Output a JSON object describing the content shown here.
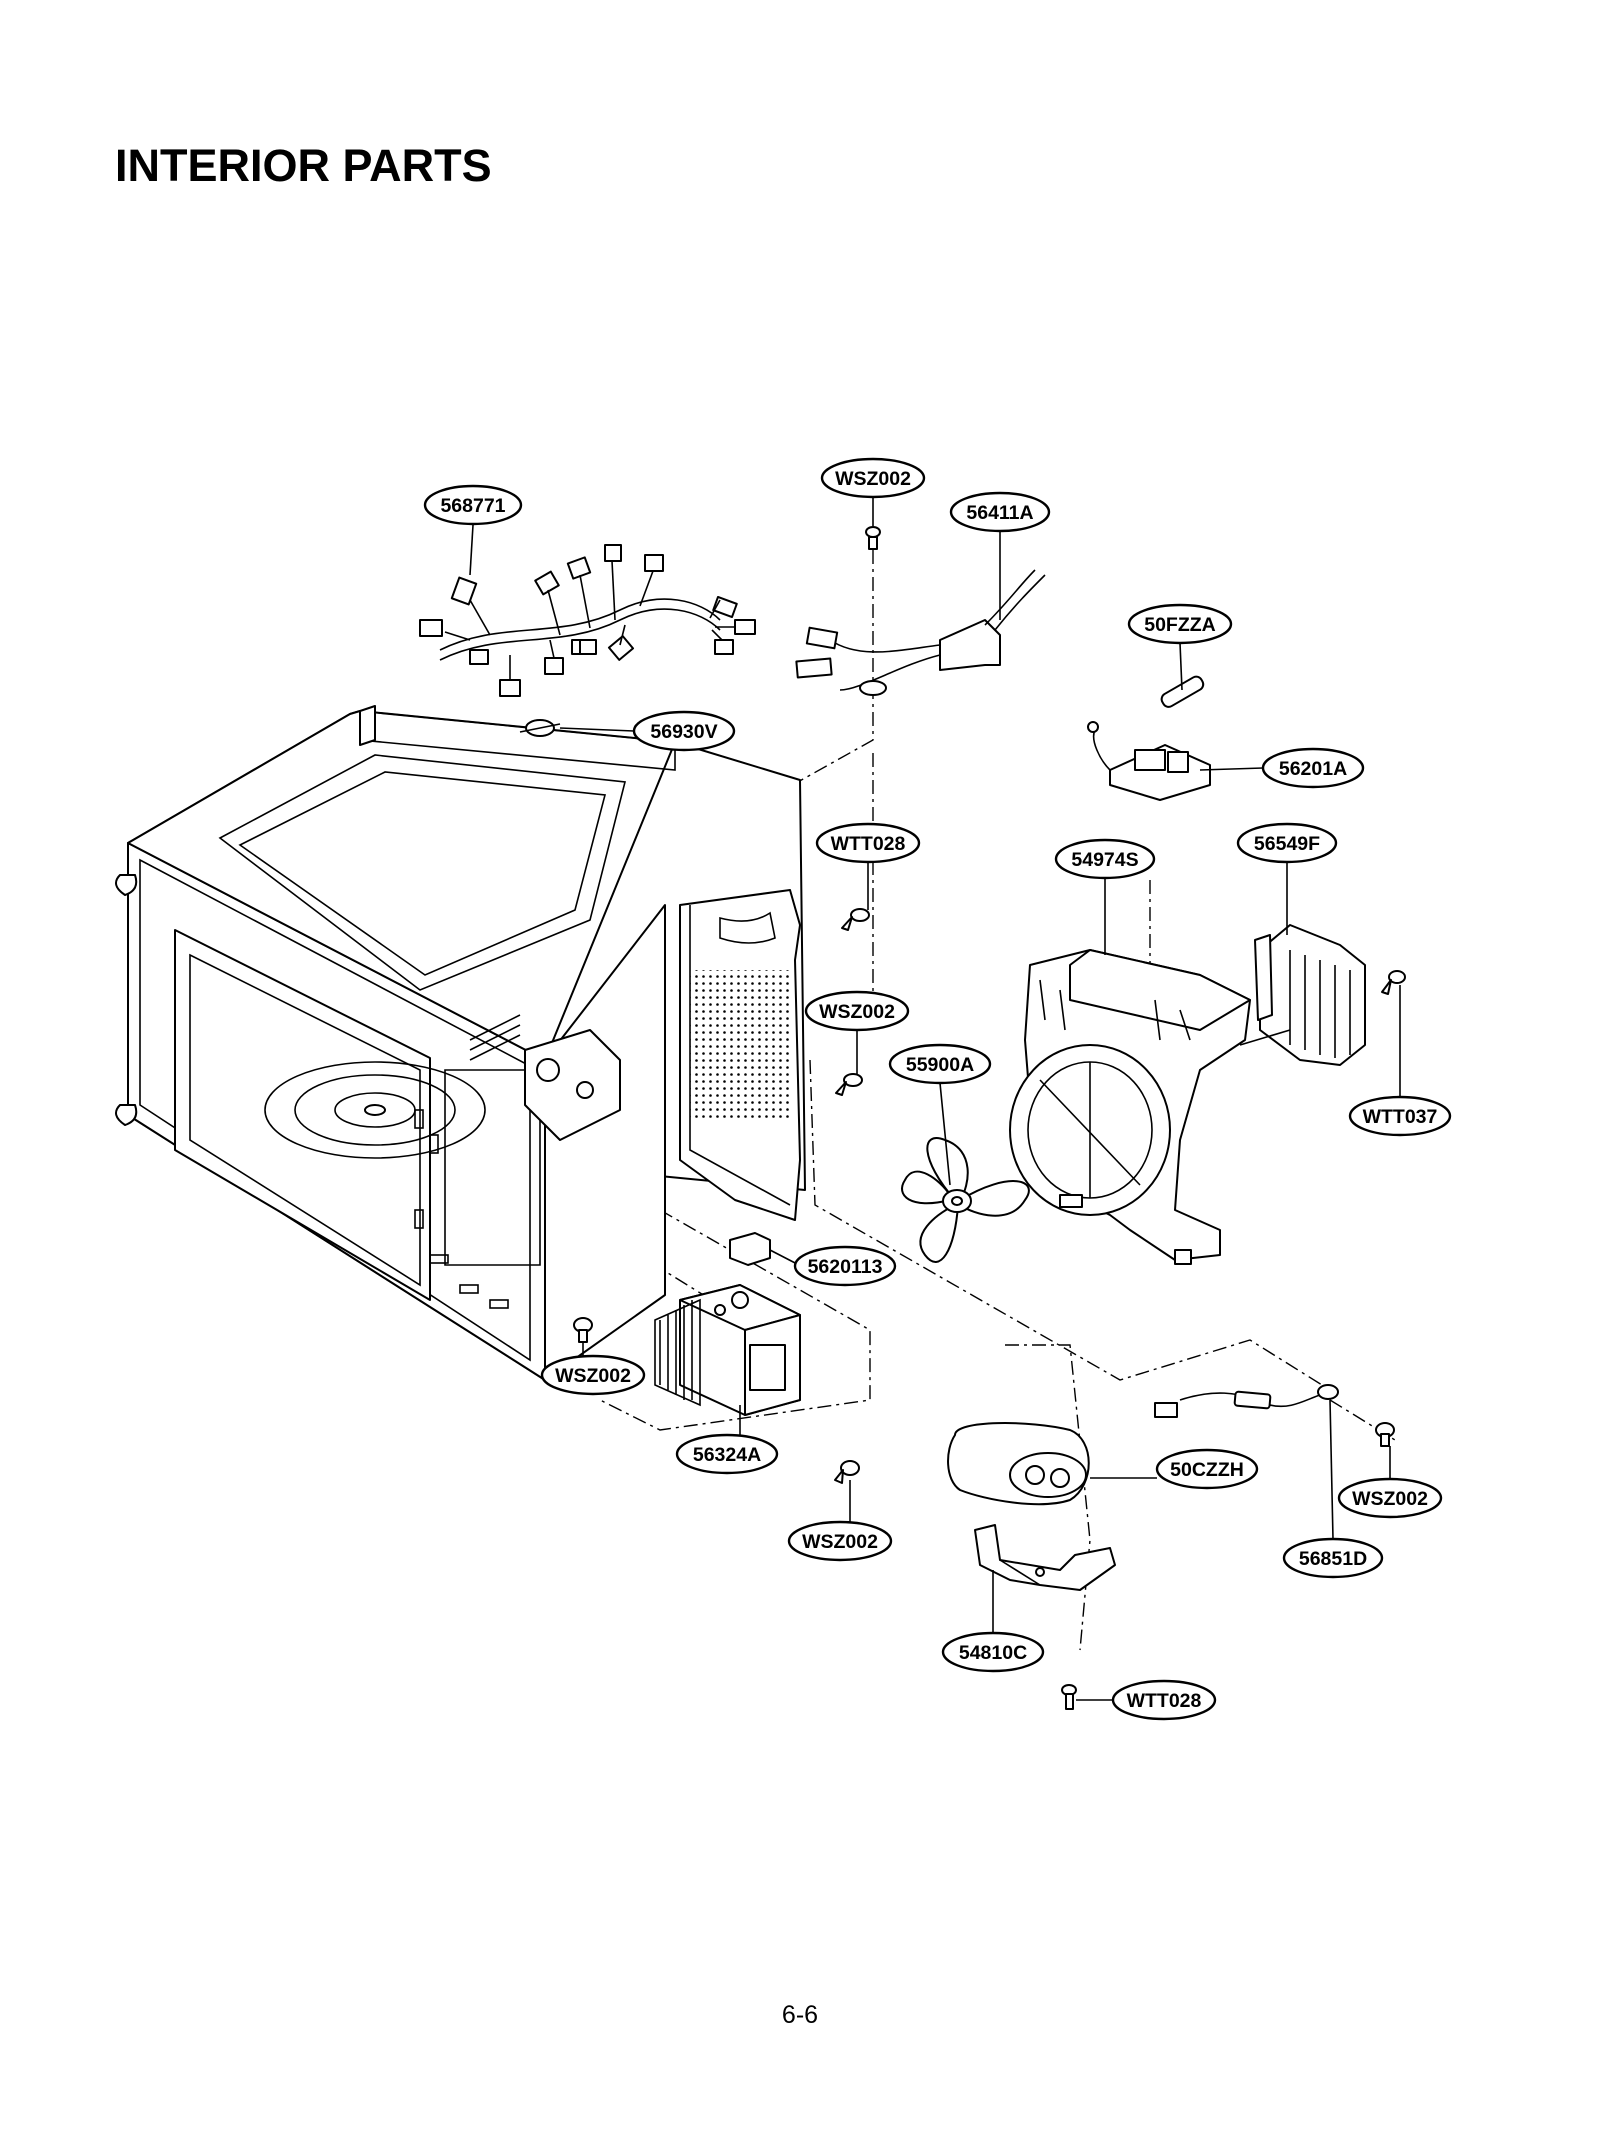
{
  "page": {
    "title": "INTERIOR PARTS",
    "page_number": "6-6"
  },
  "callouts": [
    {
      "id": "c1",
      "label": "WSZ002"
    },
    {
      "id": "c2",
      "label": "568771"
    },
    {
      "id": "c3",
      "label": "56411A"
    },
    {
      "id": "c4",
      "label": "50FZZA"
    },
    {
      "id": "c5",
      "label": "56930V"
    },
    {
      "id": "c6",
      "label": "56201A"
    },
    {
      "id": "c7",
      "label": "WTT028"
    },
    {
      "id": "c8",
      "label": "54974S"
    },
    {
      "id": "c9",
      "label": "56549F"
    },
    {
      "id": "c10",
      "label": "WSZ002"
    },
    {
      "id": "c11",
      "label": "55900A"
    },
    {
      "id": "c12",
      "label": "WTT037"
    },
    {
      "id": "c13",
      "label": "5620113"
    },
    {
      "id": "c14",
      "label": "WSZ002"
    },
    {
      "id": "c15",
      "label": "56324A"
    },
    {
      "id": "c16",
      "label": "50CZZH"
    },
    {
      "id": "c17",
      "label": "WSZ002"
    },
    {
      "id": "c18",
      "label": "WSZ002"
    },
    {
      "id": "c19",
      "label": "56851D"
    },
    {
      "id": "c20",
      "label": "54810C"
    },
    {
      "id": "c21",
      "label": "WTT028"
    }
  ]
}
